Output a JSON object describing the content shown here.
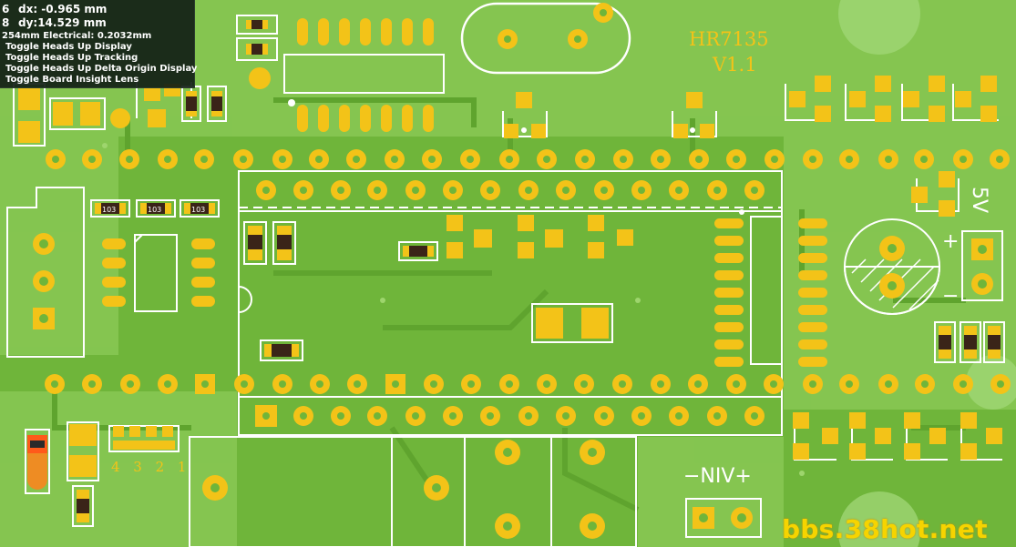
{
  "hud": {
    "dx_prefix": "6",
    "dx": "dx: -0.965 mm",
    "dy_prefix": "8",
    "dy": "dy:14.529 mm",
    "electrical": "254mm Electrical: 0.2032mm",
    "commands": [
      "Toggle Heads Up Display",
      "Toggle Heads Up Tracking",
      "Toggle Heads Up Delta Origin Display",
      "Toggle Board Insight Lens"
    ]
  },
  "silkscreen": {
    "board_name": "HR7135",
    "version": "V1.1",
    "voltage": "5V",
    "input_label": "−NIV+",
    "plus_sign": "+",
    "minus_sign": "−",
    "pin_numbers": "4 3 2 1",
    "resistor_code": "103"
  },
  "watermark": "bbs.38hot.net",
  "colors": {
    "board": "#6fb53a",
    "copper": "#94d05f",
    "pad": "#f3c318",
    "silk": "#ffffff",
    "label": "#f3c318"
  }
}
